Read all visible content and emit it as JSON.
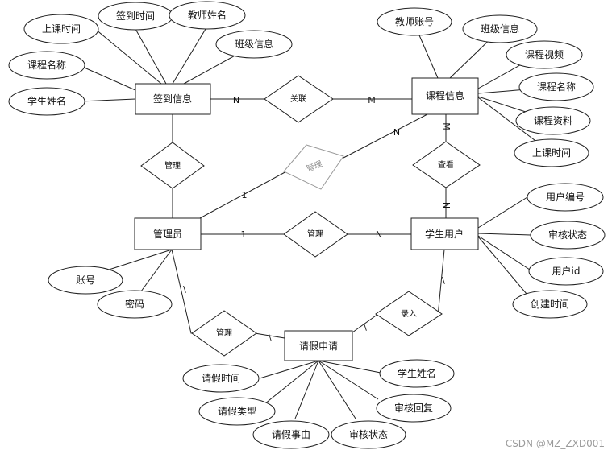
{
  "entities": {
    "checkin": "签到信息",
    "course": "课程信息",
    "admin": "管理员",
    "student": "学生用户",
    "leave": "请假申请"
  },
  "relationships": {
    "associate": "关联",
    "manage_checkin": "管理",
    "manage_course": "管理",
    "manage_student": "管理",
    "view": "查看",
    "manage_leave": "管理",
    "enter": "录入"
  },
  "attributes": {
    "checkin": [
      "上课时间",
      "签到时间",
      "教师姓名",
      "班级信息",
      "课程名称",
      "学生姓名"
    ],
    "course": [
      "教师账号",
      "班级信息",
      "课程视频",
      "课程名称",
      "课程资料",
      "上课时间"
    ],
    "admin": [
      "账号",
      "密码"
    ],
    "student": [
      "用户编号",
      "审核状态",
      "用户id",
      "创建时间"
    ],
    "leave": [
      "请假时间",
      "请假类型",
      "请假事由",
      "审核状态",
      "审核回复",
      "学生姓名"
    ]
  },
  "cardinality": {
    "checkin_associate": "N",
    "associate_course": "M",
    "admin_course_near_course": "N",
    "admin_course_near_admin": "1",
    "admin_student_near_admin": "1",
    "admin_student_near_student": "N",
    "course_view": "M",
    "view_student": "N",
    "admin_leave": "\\",
    "leave_near_manage": "\\",
    "leave_near_enter": "\\",
    "student_enter": "\\"
  },
  "watermark": "CSDN @MZ_ZXD001"
}
